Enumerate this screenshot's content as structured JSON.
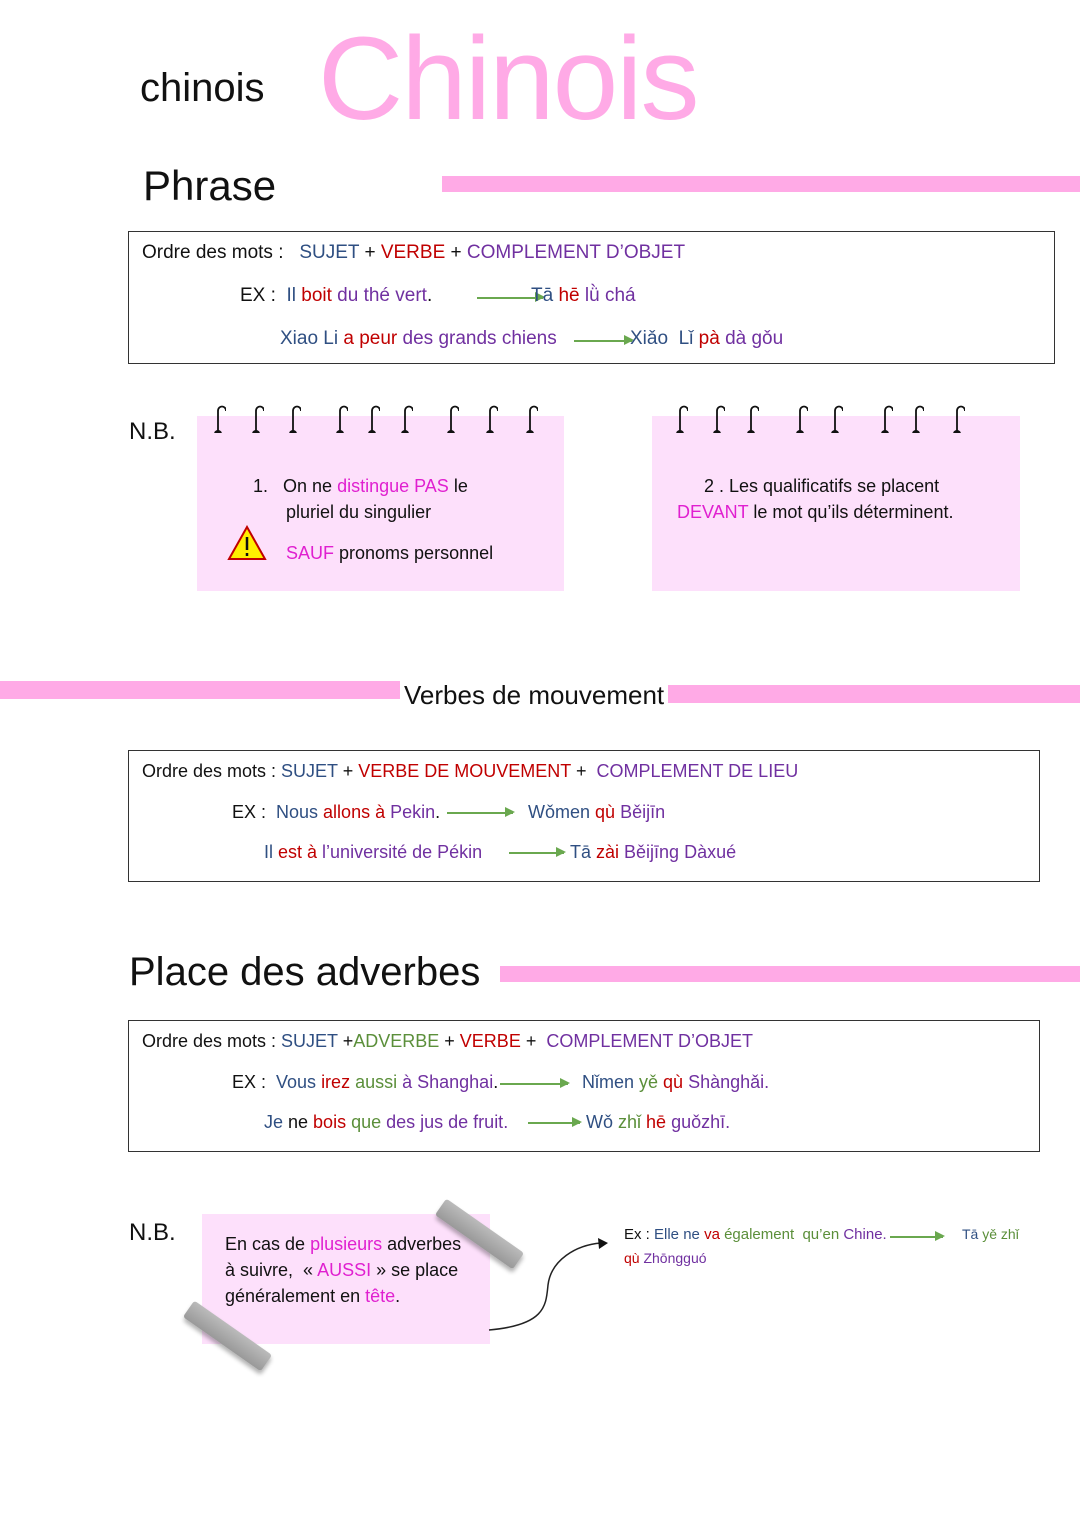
{
  "colors": {
    "subject": "#2f4f82",
    "verb": "#c00000",
    "object": "#7030a0",
    "adverb": "#5b8f3a",
    "highlight": "#e020d0",
    "accent_bar": "#ffaae6",
    "note_bg": "#fde0fb"
  },
  "header": {
    "background_title": "Chinois",
    "title": "chinois"
  },
  "section1": {
    "heading": "Phrase",
    "order": [
      {
        "t": "Ordre des mots :   ",
        "c": "#111"
      },
      {
        "t": "SUJET",
        "c": "#2f4f82"
      },
      {
        "t": " + ",
        "c": "#111"
      },
      {
        "t": "VERBE",
        "c": "#c00000"
      },
      {
        "t": " + ",
        "c": "#111"
      },
      {
        "t": "COMPLEMENT D’OBJET",
        "c": "#7030a0"
      }
    ],
    "ex1_fr": [
      {
        "t": "EX :  ",
        "c": "#111"
      },
      {
        "t": "Il ",
        "c": "#2f4f82"
      },
      {
        "t": "boit",
        "c": "#c00000"
      },
      {
        "t": " du thé vert",
        "c": "#7030a0"
      },
      {
        "t": ".",
        "c": "#111"
      }
    ],
    "ex1_zh": [
      {
        "t": "Tā ",
        "c": "#2f4f82"
      },
      {
        "t": "hē",
        "c": "#c00000"
      },
      {
        "t": " lǜ chá",
        "c": "#7030a0"
      }
    ],
    "ex2_fr": [
      {
        "t": "Xiao Li ",
        "c": "#2f4f82"
      },
      {
        "t": "a peur",
        "c": "#c00000"
      },
      {
        "t": " des grands chiens",
        "c": "#7030a0"
      }
    ],
    "ex2_zh": [
      {
        "t": "Xiǎo  Lǐ ",
        "c": "#2f4f82"
      },
      {
        "t": "pà",
        "c": "#c00000"
      },
      {
        "t": " dà gǒu",
        "c": "#7030a0"
      }
    ]
  },
  "nb1": {
    "label": "N.B.",
    "warning_icon": "warning-triangle-icon",
    "note1_line1": [
      {
        "t": "1.   On ne ",
        "c": "#111"
      },
      {
        "t": "distingue PAS",
        "c": "#e020d0"
      },
      {
        "t": " le",
        "c": "#111"
      }
    ],
    "note1_line2": [
      {
        "t": "pluriel du singulier",
        "c": "#111"
      }
    ],
    "note1_line3": [
      {
        "t": "SAUF",
        "c": "#e020d0"
      },
      {
        "t": " pronoms personnel",
        "c": "#111"
      }
    ],
    "note2_line1": [
      {
        "t": "2 . Les qualificatifs se placent",
        "c": "#111"
      }
    ],
    "note2_line2": [
      {
        "t": "DEVANT",
        "c": "#e020d0"
      },
      {
        "t": " le mot qu’ils déterminent.",
        "c": "#111"
      }
    ]
  },
  "section2": {
    "heading": "Verbes de mouvement",
    "order": [
      {
        "t": "Ordre des mots : ",
        "c": "#111"
      },
      {
        "t": "SUJET",
        "c": "#2f4f82"
      },
      {
        "t": " + ",
        "c": "#111"
      },
      {
        "t": "VERBE DE MOUVEMENT",
        "c": "#c00000"
      },
      {
        "t": " +  ",
        "c": "#111"
      },
      {
        "t": "COMPLEMENT DE LIEU",
        "c": "#7030a0"
      }
    ],
    "ex1_fr": [
      {
        "t": "EX :  ",
        "c": "#111"
      },
      {
        "t": "Nous ",
        "c": "#2f4f82"
      },
      {
        "t": "allons à",
        "c": "#c00000"
      },
      {
        "t": " Pekin",
        "c": "#7030a0"
      },
      {
        "t": ".",
        "c": "#111"
      }
    ],
    "ex1_zh": [
      {
        "t": "Wǒmen ",
        "c": "#2f4f82"
      },
      {
        "t": "qù",
        "c": "#c00000"
      },
      {
        "t": " Běijīn",
        "c": "#7030a0"
      }
    ],
    "ex2_fr": [
      {
        "t": "Il ",
        "c": "#2f4f82"
      },
      {
        "t": "est à",
        "c": "#c00000"
      },
      {
        "t": " l’université de Pékin",
        "c": "#7030a0"
      }
    ],
    "ex2_zh": [
      {
        "t": "Tā ",
        "c": "#2f4f82"
      },
      {
        "t": "zài",
        "c": "#c00000"
      },
      {
        "t": " Běijīng Dàxué",
        "c": "#7030a0"
      }
    ]
  },
  "section3": {
    "heading": "Place des adverbes",
    "order": [
      {
        "t": "Ordre des mots : ",
        "c": "#111"
      },
      {
        "t": "SUJET",
        "c": "#2f4f82"
      },
      {
        "t": " +",
        "c": "#111"
      },
      {
        "t": "ADVERBE",
        "c": "#5b8f3a"
      },
      {
        "t": " + ",
        "c": "#111"
      },
      {
        "t": "VERBE",
        "c": "#c00000"
      },
      {
        "t": " +  ",
        "c": "#111"
      },
      {
        "t": "COMPLEMENT D’OBJET",
        "c": "#7030a0"
      }
    ],
    "ex1_fr": [
      {
        "t": "EX :  ",
        "c": "#111"
      },
      {
        "t": "Vous ",
        "c": "#2f4f82"
      },
      {
        "t": "irez",
        "c": "#c00000"
      },
      {
        "t": " aussi",
        "c": "#5b8f3a"
      },
      {
        "t": " à Shanghai",
        "c": "#7030a0"
      },
      {
        "t": ".",
        "c": "#111"
      }
    ],
    "ex1_zh": [
      {
        "t": "Nǐmen ",
        "c": "#2f4f82"
      },
      {
        "t": "yě",
        "c": "#5b8f3a"
      },
      {
        "t": " qù",
        "c": "#c00000"
      },
      {
        "t": " Shànghǎi.",
        "c": "#7030a0"
      }
    ],
    "ex2_fr": [
      {
        "t": "Je ",
        "c": "#2f4f82"
      },
      {
        "t": "ne ",
        "c": "#111"
      },
      {
        "t": "bois",
        "c": "#c00000"
      },
      {
        "t": " que",
        "c": "#5b8f3a"
      },
      {
        "t": " des jus de fruit.",
        "c": "#7030a0"
      }
    ],
    "ex2_zh": [
      {
        "t": "Wǒ ",
        "c": "#2f4f82"
      },
      {
        "t": "zhǐ",
        "c": "#5b8f3a"
      },
      {
        "t": " hē",
        "c": "#c00000"
      },
      {
        "t": " guǒzhī.",
        "c": "#7030a0"
      }
    ]
  },
  "nb2": {
    "label": "N.B.",
    "line1": [
      {
        "t": "En cas de ",
        "c": "#111"
      },
      {
        "t": "plusieurs",
        "c": "#e020d0"
      },
      {
        "t": " adverbes",
        "c": "#111"
      }
    ],
    "line2": [
      {
        "t": "à suivre,  « ",
        "c": "#111"
      },
      {
        "t": "AUSSI",
        "c": "#e020d0"
      },
      {
        "t": " » se place",
        "c": "#111"
      }
    ],
    "line3": [
      {
        "t": "généralement en ",
        "c": "#111"
      },
      {
        "t": "tête",
        "c": "#e020d0"
      },
      {
        "t": ".",
        "c": "#111"
      }
    ],
    "ex_fr": [
      {
        "t": "Ex : ",
        "c": "#111"
      },
      {
        "t": "Elle ne ",
        "c": "#2f4f82"
      },
      {
        "t": "va",
        "c": "#c00000"
      },
      {
        "t": " également  qu’en",
        "c": "#5b8f3a"
      },
      {
        "t": " Chine.",
        "c": "#7030a0"
      }
    ],
    "ex_zh1": [
      {
        "t": "Tā ",
        "c": "#2f4f82"
      },
      {
        "t": "yě zhǐ",
        "c": "#5b8f3a"
      }
    ],
    "ex_zh2": [
      {
        "t": "qù",
        "c": "#c00000"
      },
      {
        "t": " Zhōngguó",
        "c": "#7030a0"
      }
    ]
  }
}
